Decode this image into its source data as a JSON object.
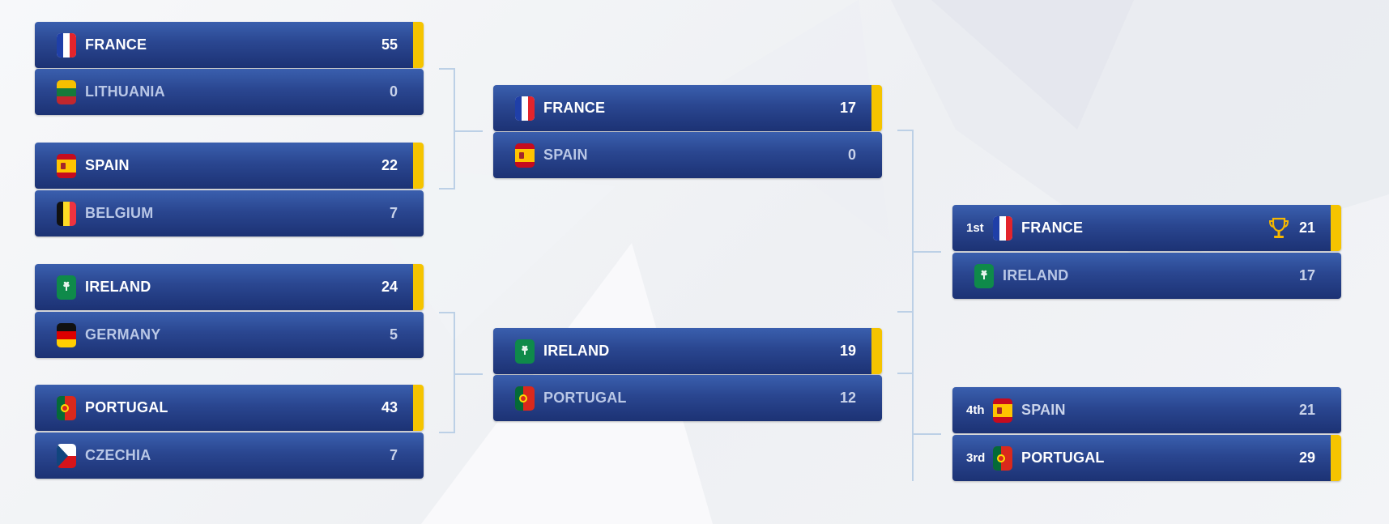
{
  "colors": {
    "win_accent": "#f5c400",
    "row_top": "#3a5fae",
    "row_bottom": "#1c3274",
    "connector": "#bcd0e6"
  },
  "round1": [
    {
      "team": "FRANCE",
      "score": "55",
      "flag": "france-flag-icon"
    },
    {
      "team": "LITHUANIA",
      "score": "0",
      "flag": "lithuania-flag-icon"
    },
    {
      "team": "SPAIN",
      "score": "22",
      "flag": "spain-flag-icon"
    },
    {
      "team": "BELGIUM",
      "score": "7",
      "flag": "belgium-flag-icon"
    },
    {
      "team": "IRELAND",
      "score": "24",
      "flag": "ireland-flag-icon"
    },
    {
      "team": "GERMANY",
      "score": "5",
      "flag": "germany-flag-icon"
    },
    {
      "team": "PORTUGAL",
      "score": "43",
      "flag": "portugal-flag-icon"
    },
    {
      "team": "CZECHIA",
      "score": "7",
      "flag": "czechia-flag-icon"
    }
  ],
  "round2": [
    {
      "team": "FRANCE",
      "score": "17",
      "flag": "france-flag-icon"
    },
    {
      "team": "SPAIN",
      "score": "0",
      "flag": "spain-flag-icon"
    },
    {
      "team": "IRELAND",
      "score": "19",
      "flag": "ireland-flag-icon"
    },
    {
      "team": "PORTUGAL",
      "score": "12",
      "flag": "portugal-flag-icon"
    }
  ],
  "final": [
    {
      "rank": "1st",
      "team": "FRANCE",
      "score": "21",
      "flag": "france-flag-icon",
      "icon": "trophy-icon"
    },
    {
      "team": "IRELAND",
      "score": "17",
      "flag": "ireland-flag-icon"
    }
  ],
  "third_place": [
    {
      "rank": "4th",
      "team": "SPAIN",
      "score": "21",
      "flag": "spain-flag-icon"
    },
    {
      "rank": "3rd",
      "team": "PORTUGAL",
      "score": "29",
      "flag": "portugal-flag-icon"
    }
  ]
}
